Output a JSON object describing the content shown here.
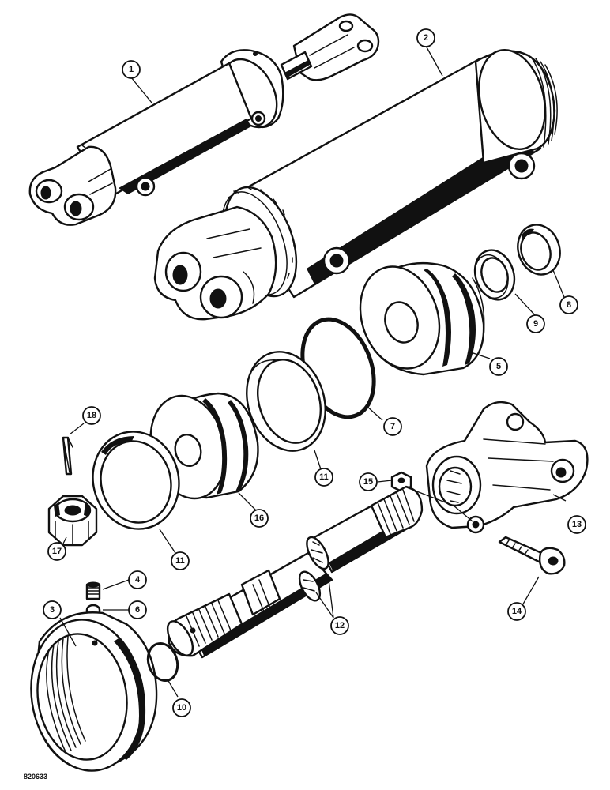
{
  "figure_number": "820633",
  "callouts": {
    "c1": "1",
    "c2": "2",
    "c3": "3",
    "c4": "4",
    "c5": "5",
    "c6": "6",
    "c7": "7",
    "c8": "8",
    "c9": "9",
    "c10": "10",
    "c11a": "11",
    "c11b": "11",
    "c12": "12",
    "c13": "13",
    "c14": "14",
    "c15": "15",
    "c16": "16",
    "c17": "17",
    "c18": "18"
  }
}
